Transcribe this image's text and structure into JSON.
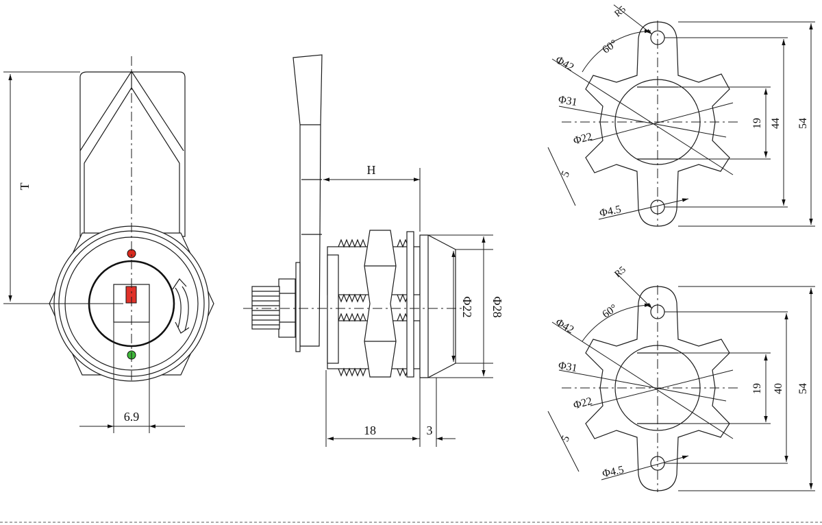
{
  "front_view": {
    "height_label": "T",
    "width_label": "6.9",
    "indicator_colors": {
      "top": "#d82a1e",
      "bottom": "#3fb83a",
      "key": "#e0322a"
    }
  },
  "side_view": {
    "h_label": "H",
    "dia_inner_label": "Φ22",
    "dia_outer_label": "Φ28",
    "length_label": "18",
    "flange_label": "3"
  },
  "cutout_top": {
    "r_label": "R5",
    "angle_label": "60°",
    "d42_label": "Φ42",
    "d31_label": "Φ31",
    "d22_label": "Φ22",
    "w5_label": "5",
    "hole_label": "Φ4.5",
    "flat_label": "19",
    "height_label": "44",
    "total_label": "54"
  },
  "cutout_bottom": {
    "r_label": "R5",
    "angle_label": "60°",
    "d42_label": "Φ42",
    "d31_label": "Φ31",
    "d22_label": "Φ22",
    "w5_label": "5",
    "hole_label": "Φ4.5",
    "flat_label": "19",
    "height_label": "40",
    "total_label": "54"
  }
}
